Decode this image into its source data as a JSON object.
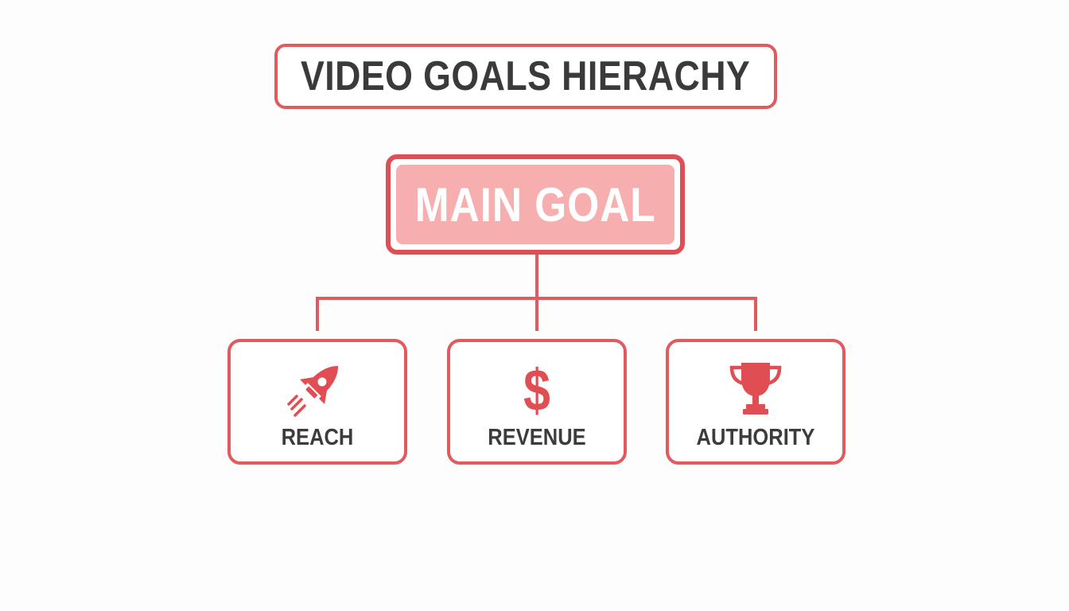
{
  "title": "VIDEO GOALS HIERACHY",
  "main_goal": "MAIN GOAL",
  "colors": {
    "accent": "#e05a5e",
    "main_fill": "#f6aeae",
    "text_dark": "#3a3a3a"
  },
  "children": [
    {
      "label": "REACH",
      "icon": "rocket-icon"
    },
    {
      "label": "REVENUE",
      "icon": "dollar-icon"
    },
    {
      "label": "AUTHORITY",
      "icon": "trophy-icon"
    }
  ]
}
